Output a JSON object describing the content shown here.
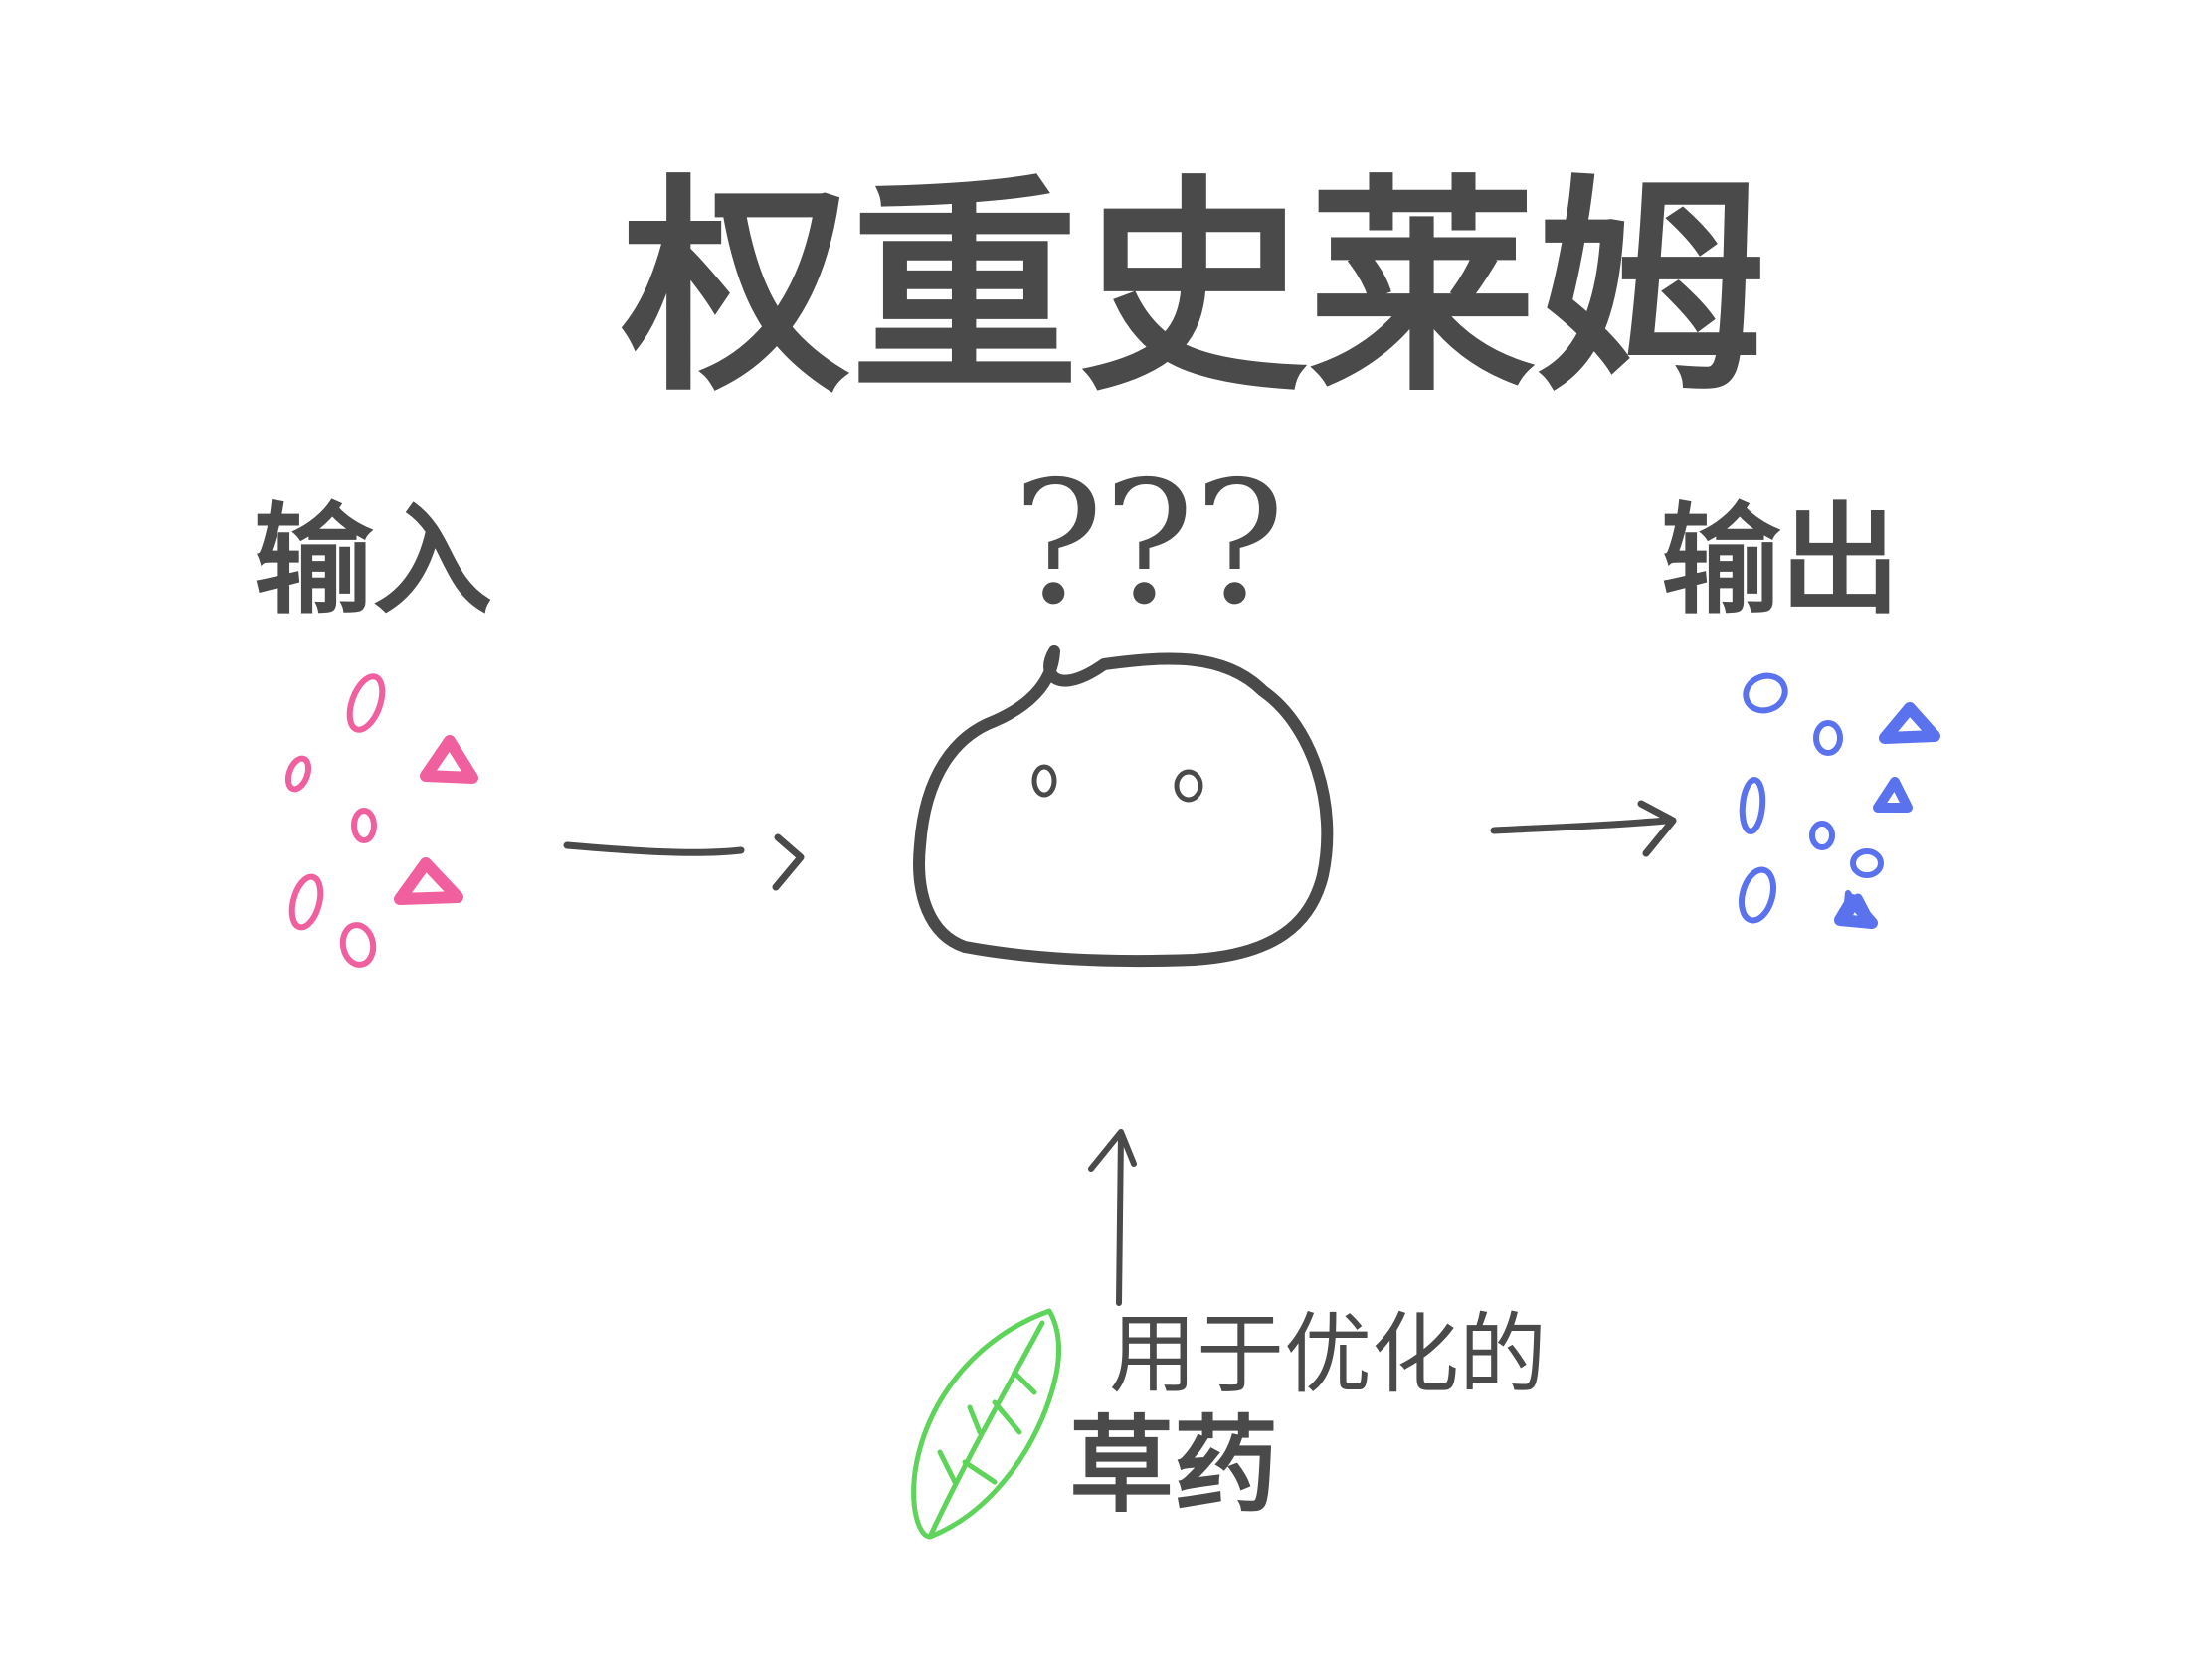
{
  "title": "权重史莱姆",
  "labels": {
    "input": "输入",
    "output": "输出",
    "question": "???",
    "herb_line1": "用于优化的",
    "herb_line2": "草药"
  },
  "colors": {
    "ink": "#4a4a4a",
    "input_particles": "#f0609e",
    "output_particles": "#5b72ef",
    "leaf": "#5fd45a",
    "background": "#ffffff"
  },
  "icons": {
    "slime": "slime-creature-icon",
    "leaf": "leaf-icon"
  }
}
